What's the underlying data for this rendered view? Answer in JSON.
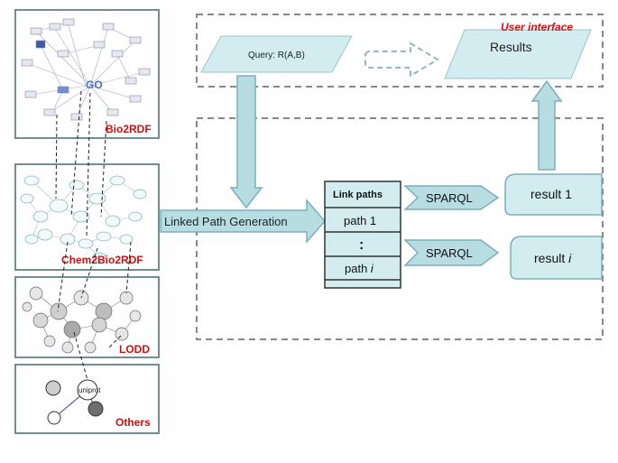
{
  "user_interface": {
    "title": "User interface",
    "query_label": "Query: R(A,B)",
    "results_label": "Results"
  },
  "sources": [
    {
      "name": "Bio2RDF",
      "node_labels": [
        "GO"
      ]
    },
    {
      "name": "Chem2Bio2RDF"
    },
    {
      "name": "LODD"
    },
    {
      "name": "Others",
      "node_labels": [
        "uniprot"
      ]
    }
  ],
  "pipeline": {
    "generation_label": "Linked Path Generation",
    "link_paths_header": "Link paths",
    "paths": [
      "path 1",
      ":",
      "path i"
    ],
    "sparql_labels": [
      "SPARQL",
      "SPARQL"
    ],
    "result_labels": [
      "result 1",
      "result i"
    ]
  },
  "colors": {
    "box_fill": "#d2ecef",
    "box_stroke": "#7ab0b8",
    "label_red": "#cc1111",
    "dashed_border": "#888888"
  }
}
